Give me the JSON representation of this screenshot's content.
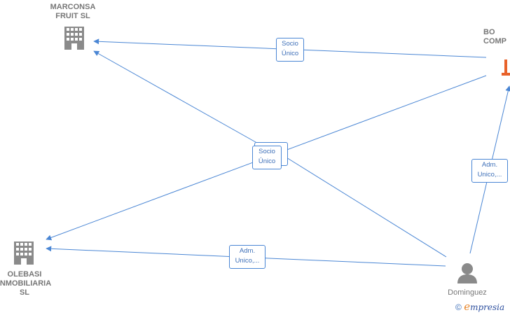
{
  "nodes": {
    "marconsa": {
      "label": "MARCONSA\nFRUIT  SL",
      "icon": "building-icon"
    },
    "bo_comp": {
      "label": "BO\nCOMP",
      "icon": "building-icon-highlighted"
    },
    "olebasi": {
      "label": "OLEBASI\nINMOBILIARIA\nSL",
      "icon": "building-icon"
    },
    "dominguez": {
      "label": "Dominguez",
      "icon": "person-icon"
    }
  },
  "edges": {
    "socio_unico_top": "Socio\nÚnico",
    "socio_unico_center": "Socio\nÚnico",
    "adm_unico_bottom": "Adm.\nUnico,...",
    "adm_unico_right": "Adm.\nUnico,..."
  },
  "footer": {
    "copyright": "©",
    "brand_e": "e",
    "brand_rest": "mpresia"
  },
  "colors": {
    "edge": "#4a86d4",
    "building": "#8a8a8a",
    "highlight": "#e8622a"
  }
}
